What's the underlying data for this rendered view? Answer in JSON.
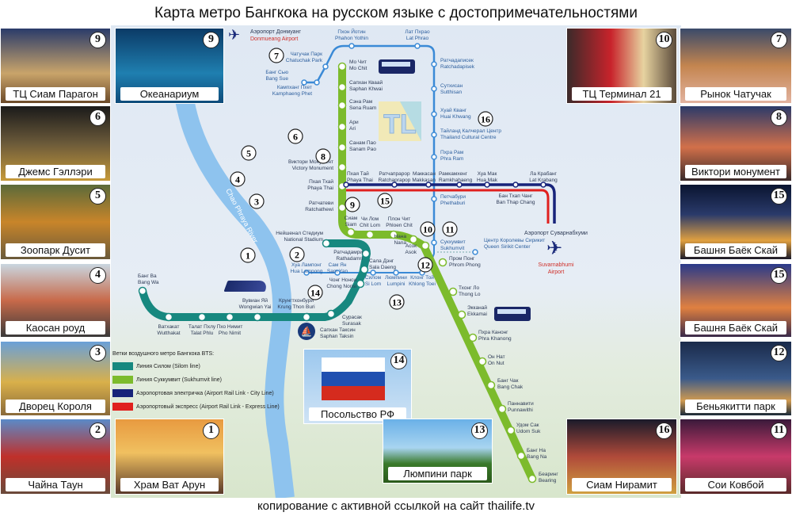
{
  "title": "Карта метро Бангкока на русском языке с достопримечательностями",
  "footer": "копирование с активной ссылкой на сайт thailife.tv",
  "colors": {
    "silom": "#17887f",
    "sukhumvit": "#7cbb2c",
    "mrt": "#3b8ad6",
    "arl_city": "#17237a",
    "arl_express": "#e0201e",
    "river": "#8ec3ee"
  },
  "photos": [
    {
      "label": "ТЦ Сиам Парагон",
      "num": "9",
      "bg": "linear-gradient(#2a3b6a,#c9a46a 60%,#6b4a2a)"
    },
    {
      "label": "Океанариум",
      "num": "9",
      "bg": "linear-gradient(#0b3a66,#1f7fb0 60%,#0d4b7a)"
    },
    {
      "label": "ТЦ Терминал 21",
      "num": "10",
      "bg": "linear-gradient(90deg,#3b2a2a,#c8232b 40%,#e7d3a0 70%,#5a4a3a)"
    },
    {
      "label": "Рынок Чатучак",
      "num": "7",
      "bg": "linear-gradient(#3a4a6a,#c4854f 50%,#e2b3a0)"
    },
    {
      "label": "Джемс Гэллэри",
      "num": "6",
      "bg": "linear-gradient(#1a1a1a,#6b5a3a 50%,#c79a3a)"
    },
    {
      "label": "Виктори монумент",
      "num": "8",
      "bg": "linear-gradient(#2b3a6a,#d2704a 55%,#3a2a2a)"
    },
    {
      "label": "Зоопарк Дусит",
      "num": "5",
      "bg": "linear-gradient(#5b6a3a,#c8852a 50%,#6a5a3a)"
    },
    {
      "label": "Башня Баёк Скай",
      "num": "15",
      "bg": "linear-gradient(#0a1430,#2a3a6a 40%,#e0a040 75%,#1a1a2a)"
    },
    {
      "label": "Каосан роуд",
      "num": "4",
      "bg": "linear-gradient(#c9d6e0,#c86a4a 50%,#3a3a3a)"
    },
    {
      "label": "Башня Баёк Скай",
      "num": "15",
      "bg": "linear-gradient(#2a3a8a,#e08040 60%,#3a2a4a)"
    },
    {
      "label": "Дворец Короля",
      "num": "3",
      "bg": "linear-gradient(#6aa0d8,#d9b04a 55%,#8a6a3a)"
    },
    {
      "label": "Беньякитти парк",
      "num": "12",
      "bg": "linear-gradient(#1a2a4a,#3a5a8a 50%,#d09a50 80%,#1a2a3a)"
    },
    {
      "label": "Чайна Таун",
      "num": "2",
      "bg": "linear-gradient(#5a8ac8,#c0302a 50%,#6a4a3a)"
    },
    {
      "label": "Храм Ват Арун",
      "num": "1",
      "bg": "linear-gradient(#e89a40,#f0c060 45%,#5a3a2a)"
    },
    {
      "label": "Сиам Нирамит",
      "num": "16",
      "bg": "linear-gradient(#1a1a2a,#b04a3a 50%,#d0a040)"
    },
    {
      "label": "Сои Ковбой",
      "num": "11",
      "bg": "linear-gradient(#3a1a3a,#c83a6a 50%,#5a2a2a)"
    },
    {
      "label": "Посольство РФ",
      "num": "14",
      "bg": "linear-gradient(#9cc8ee,#cfe3f5)"
    },
    {
      "label": "Люмпини парк",
      "num": "13",
      "bg": "linear-gradient(#6ab0e8,#a8d4f0 45%,#3a7a2a 70%,#2a5a1a)"
    }
  ],
  "airport_dm": {
    "ru": "Аэропорт Донмуанг",
    "en": "Donmueang Airport"
  },
  "airport_sv": {
    "ru": "Аэропорт Суварнабхуми",
    "en": "Suvarnabhumi Airport"
  },
  "river": "Chao Phraya River",
  "logo": "TL",
  "legend": {
    "title": "Ветки воздушного метро Бангкока BTS:",
    "items": [
      "Линия Силом (Silom line)",
      "Линия Суккумвит (Sukhumvit line)",
      "Аэропортовая электричка (Airport Rail Link - City Line)",
      "Аэропортовый экспресс (Airport Rail Link - Express Line)"
    ]
  },
  "map_numbers": [
    "7",
    "6",
    "8",
    "5",
    "4",
    "3",
    "9",
    "15",
    "10",
    "11",
    "1",
    "2",
    "12",
    "14",
    "13",
    "16"
  ],
  "stations": {
    "sukhumvit": [
      {
        "ru": "Мо Чит",
        "en": "Mo Chit"
      },
      {
        "ru": "Сапхан Кваай",
        "en": "Saphan Khwai"
      },
      {
        "ru": "Сэна Рам",
        "en": "Sena Ruam"
      },
      {
        "ru": "Ари",
        "en": "Ari"
      },
      {
        "ru": "Санам Пао",
        "en": "Sanam Pao"
      },
      {
        "ru": "Виктори Монумент",
        "en": "Victory Monument"
      },
      {
        "ru": "Пхая Тхай",
        "en": "Phaya Thai"
      },
      {
        "ru": "Ратчатеви",
        "en": "Ratchathewi"
      },
      {
        "ru": "Сиам",
        "en": "Siam"
      },
      {
        "ru": "Чи Лом",
        "en": "Chit Lom"
      },
      {
        "ru": "Плон Чит",
        "en": "Phloen Chit"
      },
      {
        "ru": "Нана",
        "en": "Nana"
      },
      {
        "ru": "Асок",
        "en": "Asok"
      },
      {
        "ru": "Пром Понг",
        "en": "Phrom Phong"
      },
      {
        "ru": "Тхонг Ло",
        "en": "Thong Lo"
      },
      {
        "ru": "Экканай",
        "en": "Ekkamai"
      },
      {
        "ru": "Пхра Канонг",
        "en": "Phra Khanong"
      },
      {
        "ru": "Он Нат",
        "en": "On Nut"
      },
      {
        "ru": "Банг Чак",
        "en": "Bang Chak"
      },
      {
        "ru": "Паннавити",
        "en": "Punnawithi"
      },
      {
        "ru": "Удом Сак",
        "en": "Udom Suk"
      },
      {
        "ru": "Банг На",
        "en": "Bang Na"
      },
      {
        "ru": "Беаринг",
        "en": "Bearing"
      }
    ],
    "silom": [
      {
        "ru": "Нейшенал Стедиум",
        "en": "National Stadium"
      },
      {
        "ru": "Ратчадамри",
        "en": "Rathadamri"
      },
      {
        "ru": "Сала Дэнг",
        "en": "Sala Daeng"
      },
      {
        "ru": "Чонг Нонси",
        "en": "Chong Nonsi"
      },
      {
        "ru": "Сурасак",
        "en": "Surasak"
      },
      {
        "ru": "Сапхан Таксин",
        "en": "Saphan Taksin"
      },
      {
        "ru": "Крунгтхонбури",
        "en": "Krung Thon Buri"
      },
      {
        "ru": "Вувиан Яй",
        "en": "Wongwian Yai"
      },
      {
        "ru": "Пхо Нимит",
        "en": "Pho Nimit"
      },
      {
        "ru": "Талат Пхлу",
        "en": "Talat Phlu"
      },
      {
        "ru": "Ватхакат",
        "en": "Wutthakat"
      },
      {
        "ru": "Банг Ва",
        "en": "Bang Wa"
      }
    ],
    "mrt": [
      {
        "ru": "Банг Сью",
        "en": "Bang Sue"
      },
      {
        "ru": "Кампханг Пхет",
        "en": "Kamphaeng Phet"
      },
      {
        "ru": "Чатучак Парк",
        "en": "Chatuchak Park"
      },
      {
        "ru": "Пхон Йотин",
        "en": "Phahon Yothin"
      },
      {
        "ru": "Лат Пхрао",
        "en": "Lat Phrao"
      },
      {
        "ru": "Ратчадаписек",
        "en": "Ratchadapisek"
      },
      {
        "ru": "Сутхисан",
        "en": "Sutthisan"
      },
      {
        "ru": "Хуай Кванг",
        "en": "Huai Khwang"
      },
      {
        "ru": "Тайланд Калчерал Центр",
        "en": "Thailand Cultural Centre"
      },
      {
        "ru": "Пхра Рам",
        "en": "Phra Ram"
      },
      {
        "ru": "Петчабури",
        "en": "Phethaburi"
      },
      {
        "ru": "Сукхумвит",
        "en": "Sukhumvit"
      },
      {
        "ru": "Центр Королевы Сирикит",
        "en": "Queen Sirikit Center"
      },
      {
        "ru": "Клонг Той",
        "en": "Khlong Toei"
      },
      {
        "ru": "Люмпини",
        "en": "Lumpini"
      },
      {
        "ru": "Силом",
        "en": "Si Lom"
      },
      {
        "ru": "Сам Ян",
        "en": "Sam Yan"
      },
      {
        "ru": "Хуа Лампонг",
        "en": "Hua Lampong"
      }
    ],
    "arl": [
      {
        "ru": "Пхая Тай",
        "en": "Phaya Thai"
      },
      {
        "ru": "Ратчапрарор",
        "en": "Ratchaprapop"
      },
      {
        "ru": "Маккасан",
        "en": "Makkasan"
      },
      {
        "ru": "Рамкамхенг",
        "en": "Ramkhahaeng"
      },
      {
        "ru": "Хуа Мак",
        "en": "Hua Mak"
      },
      {
        "ru": "Бан Тхап Чанг",
        "en": "Ban Thap Chang"
      },
      {
        "ru": "Ла Крабанг",
        "en": "Lat Krabang"
      }
    ]
  }
}
